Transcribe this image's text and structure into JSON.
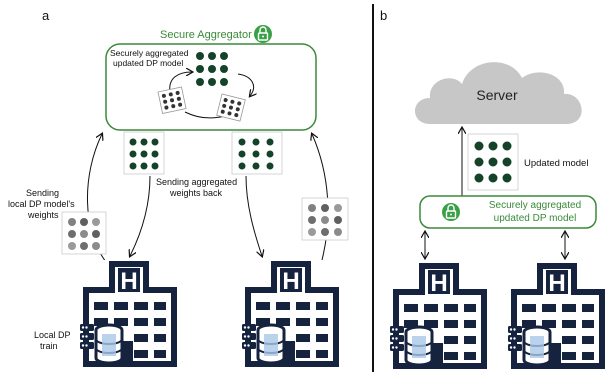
{
  "panel_a": {
    "letter": "a",
    "aggregator_title": "Secure Aggregator",
    "aggregated_model_label": [
      "Securely aggregated",
      "updated DP model"
    ],
    "sending_local_label": [
      "Sending",
      "local DP model's",
      "weights"
    ],
    "sending_back_label": [
      "Sending aggregated",
      "weights back"
    ],
    "local_train_label": [
      "Local DP",
      "train"
    ],
    "hospital_letter": "H"
  },
  "panel_b": {
    "letter": "b",
    "server_label": "Server",
    "updated_model_label": "Updated model",
    "aggregated_box_label": [
      "Securely aggregated",
      "updated DP model"
    ],
    "hospital_letter": "H"
  },
  "colors": {
    "aggregator_green": "#3a8a3a",
    "dot_dark": "#15432a",
    "cloud_gray": "#c7c7c7",
    "hospital_navy": "#15233f",
    "gray_dot": "#6b6b6b",
    "lock_green": "#3aa048"
  },
  "icons": {
    "lock": "lock-icon",
    "hospital": "hospital-icon",
    "database": "database-icon",
    "server_rack": "server-rack-icon",
    "cloud": "cloud-icon"
  }
}
